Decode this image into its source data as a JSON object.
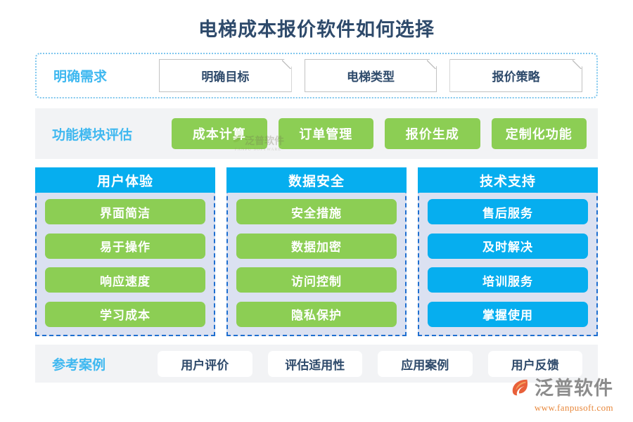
{
  "title": "电梯成本报价软件如何选择",
  "colors": {
    "title": "#2E4A6B",
    "accent_blue": "#06AEEF",
    "label_blue": "#3FB8F0",
    "green": "#8CCE54",
    "band_bg": "#F2F3F5",
    "column_bg": "#DBE1F1",
    "column_border": "#1F6FD0",
    "brand_orange": "#E8873A"
  },
  "requirements": {
    "label": "明确需求",
    "items": [
      {
        "label": "明确目标"
      },
      {
        "label": "电梯类型"
      },
      {
        "label": "报价策略"
      }
    ]
  },
  "modules": {
    "label": "功能模块评估",
    "items": [
      {
        "label": "成本计算"
      },
      {
        "label": "订单管理"
      },
      {
        "label": "报价生成"
      },
      {
        "label": "定制化功能"
      }
    ]
  },
  "columns": [
    {
      "header": "用户体验",
      "item_color": "green",
      "items": [
        {
          "label": "界面简洁"
        },
        {
          "label": "易于操作"
        },
        {
          "label": "响应速度"
        },
        {
          "label": "学习成本"
        }
      ]
    },
    {
      "header": "数据安全",
      "item_color": "green",
      "items": [
        {
          "label": "安全措施"
        },
        {
          "label": "数据加密"
        },
        {
          "label": "访问控制"
        },
        {
          "label": "隐私保护"
        }
      ]
    },
    {
      "header": "技术支持",
      "item_color": "blue",
      "items": [
        {
          "label": "售后服务"
        },
        {
          "label": "及时解决"
        },
        {
          "label": "培训服务"
        },
        {
          "label": "掌握使用"
        }
      ]
    }
  ],
  "cases": {
    "label": "参考案例",
    "items": [
      {
        "label": "用户评价"
      },
      {
        "label": "评估适用性"
      },
      {
        "label": "应用案例"
      },
      {
        "label": "用户反馈"
      }
    ]
  },
  "watermark": {
    "text": "泛普软件",
    "sub": "FANPU SOFTWARE"
  },
  "brand": {
    "name": "泛普软件",
    "url": "www.fanpusoft.com"
  }
}
